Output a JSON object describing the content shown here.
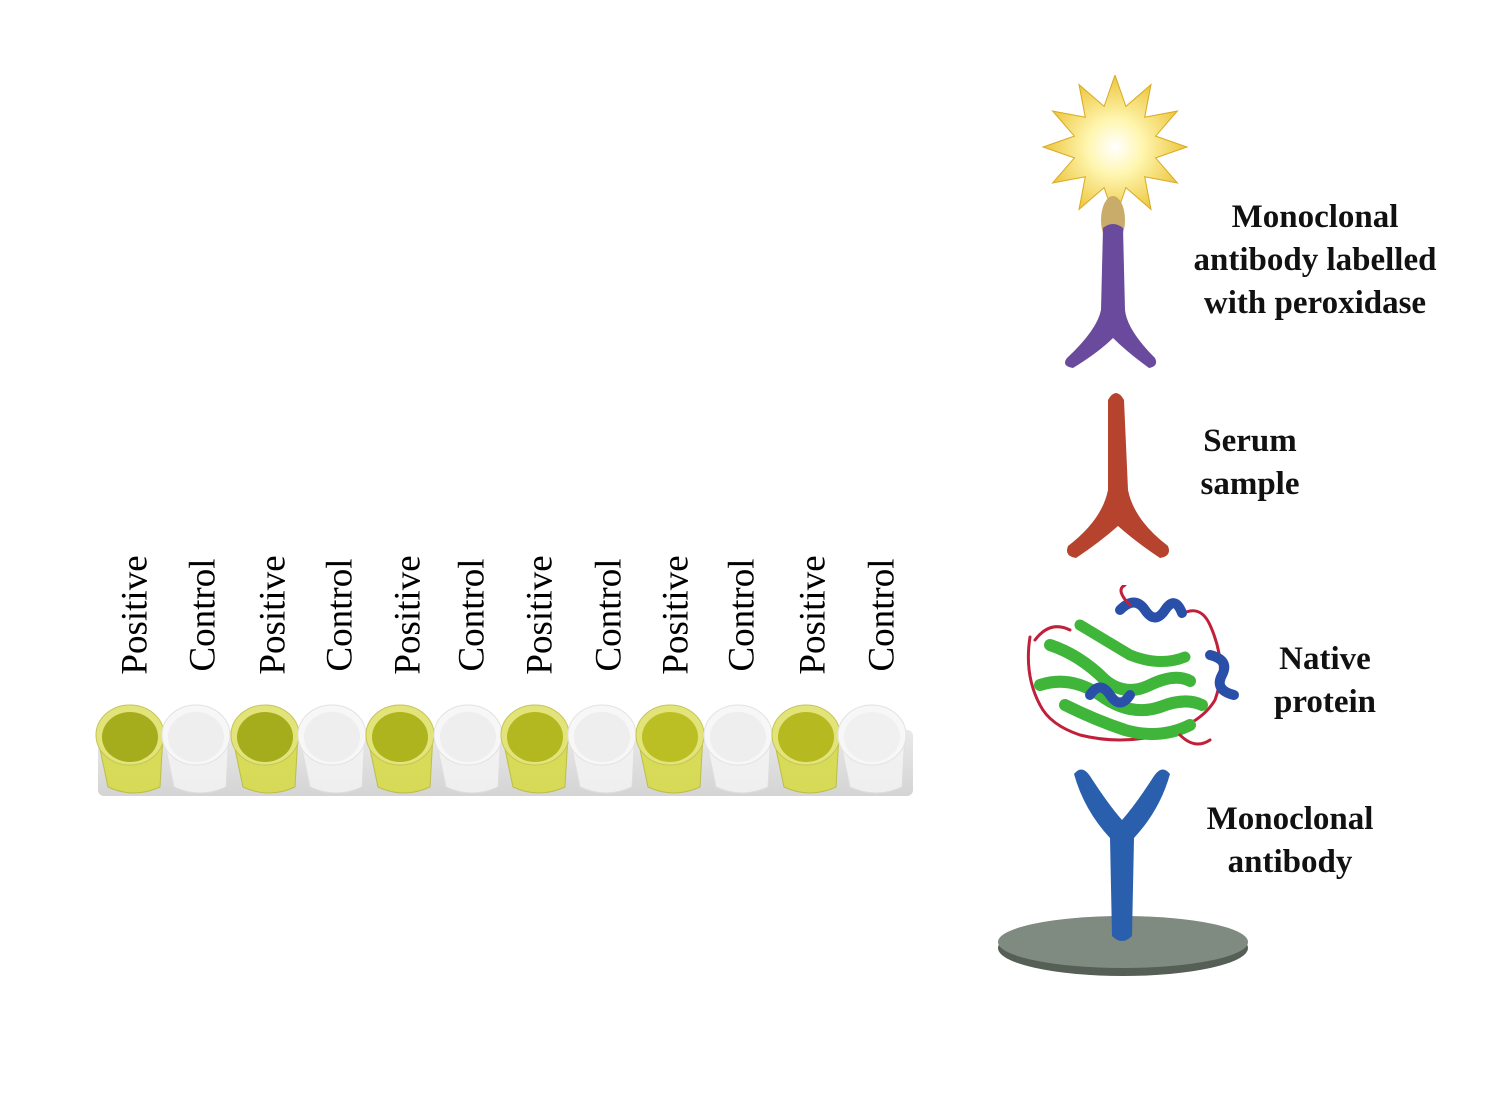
{
  "wells": [
    {
      "label": "Positive",
      "state": "positive",
      "fill_color": "#a5ad1c"
    },
    {
      "label": "Control",
      "state": "control",
      "fill_color": "#eeeeee"
    },
    {
      "label": "Positive",
      "state": "positive",
      "fill_color": "#a5ad1c"
    },
    {
      "label": "Control",
      "state": "control",
      "fill_color": "#eeeeee"
    },
    {
      "label": "Positive",
      "state": "positive",
      "fill_color": "#adb41d"
    },
    {
      "label": "Control",
      "state": "control",
      "fill_color": "#eeeeee"
    },
    {
      "label": "Positive",
      "state": "positive",
      "fill_color": "#b3b820"
    },
    {
      "label": "Control",
      "state": "control",
      "fill_color": "#eeeeee"
    },
    {
      "label": "Positive",
      "state": "positive",
      "fill_color": "#bcbf24"
    },
    {
      "label": "Control",
      "state": "control",
      "fill_color": "#eeeeee"
    },
    {
      "label": "Positive",
      "state": "positive",
      "fill_color": "#b6b91f"
    },
    {
      "label": "Control",
      "state": "control",
      "fill_color": "#f0f0f0"
    }
  ],
  "diagram": {
    "labelled_antibody": {
      "lines": [
        "Monoclonal",
        "antibody labelled",
        "with peroxidase"
      ],
      "antibody_color": "#6a4a9c",
      "enzyme_color": "#f7d93a"
    },
    "serum_sample": {
      "lines": [
        "Serum",
        "sample"
      ],
      "color": "#b5432e"
    },
    "native_protein": {
      "lines": [
        "Native",
        "protein"
      ],
      "colors": [
        "#3fb53a",
        "#2a4fa8",
        "#c0203a"
      ]
    },
    "capture_antibody": {
      "lines": [
        "Monoclonal",
        "antibody"
      ],
      "color": "#2a5fae",
      "plate_color": "#7f8a80"
    }
  }
}
